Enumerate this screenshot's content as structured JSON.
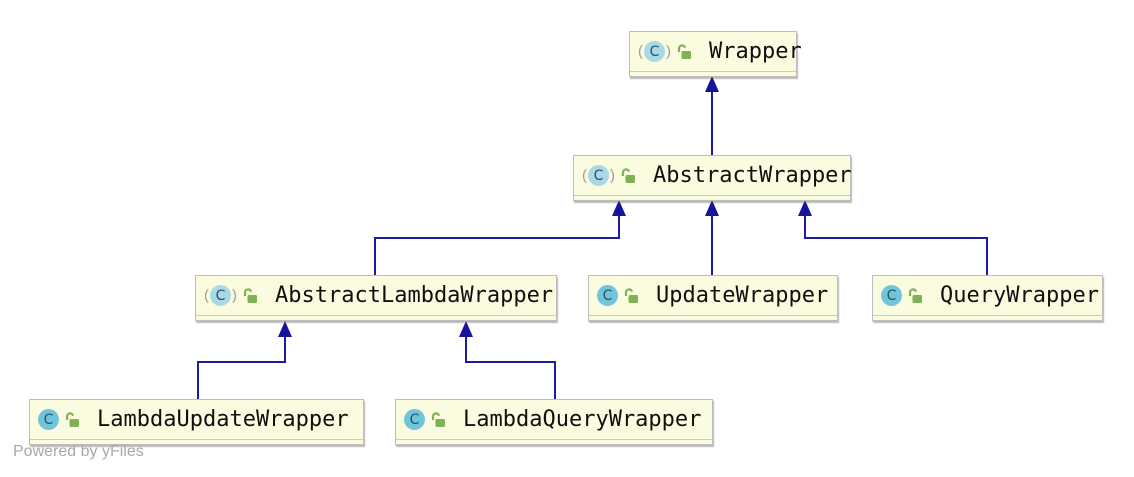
{
  "diagram": {
    "title": "UML class inheritance diagram of MyBatis-Plus wrapper classes",
    "nodes": [
      {
        "id": "Wrapper",
        "label": "Wrapper",
        "kind": "abstract class",
        "icons": [
          "abstract-class-icon",
          "unlocked-lock-icon"
        ]
      },
      {
        "id": "AbstractWrapper",
        "label": "AbstractWrapper",
        "kind": "abstract class",
        "icons": [
          "abstract-class-icon",
          "unlocked-lock-icon"
        ]
      },
      {
        "id": "AbstractLambdaWrapper",
        "label": "AbstractLambdaWrapper",
        "kind": "abstract class",
        "icons": [
          "abstract-class-icon",
          "unlocked-lock-icon"
        ]
      },
      {
        "id": "UpdateWrapper",
        "label": "UpdateWrapper",
        "kind": "class",
        "icons": [
          "class-icon",
          "unlocked-lock-icon"
        ]
      },
      {
        "id": "QueryWrapper",
        "label": "QueryWrapper",
        "kind": "class",
        "icons": [
          "class-icon",
          "unlocked-lock-icon"
        ]
      },
      {
        "id": "LambdaUpdateWrapper",
        "label": "LambdaUpdateWrapper",
        "kind": "class",
        "icons": [
          "class-icon",
          "unlocked-lock-icon"
        ]
      },
      {
        "id": "LambdaQueryWrapper",
        "label": "LambdaQueryWrapper",
        "kind": "class",
        "icons": [
          "class-icon",
          "unlocked-lock-icon"
        ]
      }
    ],
    "edges": [
      {
        "from": "AbstractWrapper",
        "to": "Wrapper",
        "type": "inheritance"
      },
      {
        "from": "AbstractLambdaWrapper",
        "to": "AbstractWrapper",
        "type": "inheritance"
      },
      {
        "from": "UpdateWrapper",
        "to": "AbstractWrapper",
        "type": "inheritance"
      },
      {
        "from": "QueryWrapper",
        "to": "AbstractWrapper",
        "type": "inheritance"
      },
      {
        "from": "LambdaUpdateWrapper",
        "to": "AbstractLambdaWrapper",
        "type": "inheritance"
      },
      {
        "from": "LambdaQueryWrapper",
        "to": "AbstractLambdaWrapper",
        "type": "inheritance"
      }
    ]
  },
  "watermark": {
    "text": "Powered by yFiles"
  },
  "colors": {
    "node_fill": "#FBFBDF",
    "node_border": "#BDBDBD",
    "edge_line": "#1B1B9E",
    "arrowhead": "#15159B",
    "class_icon": "#6FC5DC",
    "abstract_class_icon": "#A7D9E8",
    "lock_icon": "#7FB254",
    "watermark_text": "#A8A8A8"
  }
}
